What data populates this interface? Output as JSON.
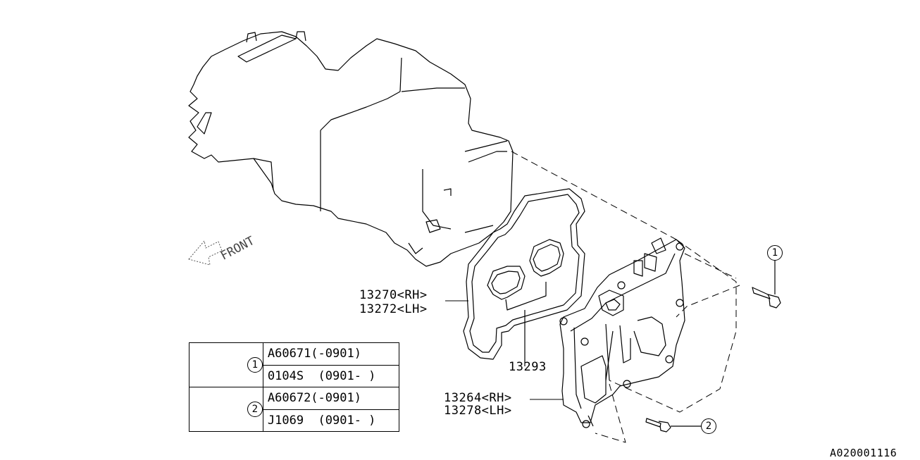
{
  "labels": {
    "part_13270": "13270<RH>",
    "part_13272": "13272<LH>",
    "part_13293": "13293",
    "part_13264": "13264<RH>",
    "part_13278": "13278<LH>",
    "front": "FRONT",
    "diagram_id": "A020001116"
  },
  "callouts": {
    "one": "1",
    "two": "2"
  },
  "legend": {
    "rows": [
      {
        "ref": "1",
        "entries": [
          "A60671(-0901)",
          "0104S  (0901- )"
        ]
      },
      {
        "ref": "2",
        "entries": [
          "A60672(-0901)",
          "J1069  (0901- )"
        ]
      }
    ]
  },
  "colors": {
    "line": "#000000",
    "background": "#ffffff"
  }
}
